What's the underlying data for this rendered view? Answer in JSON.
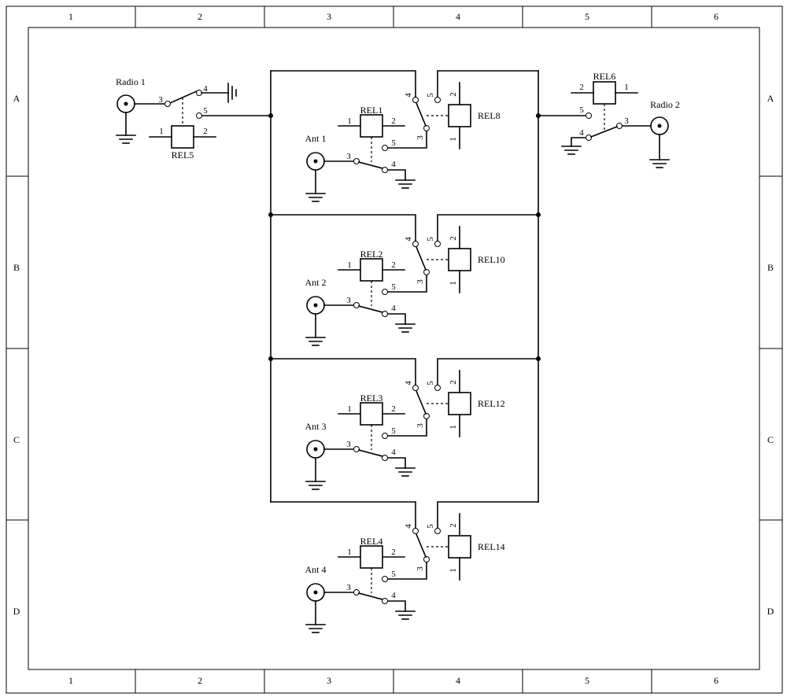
{
  "border": {
    "columns": [
      "1",
      "2",
      "3",
      "4",
      "5",
      "6"
    ],
    "rows": [
      "A",
      "B",
      "C",
      "D"
    ]
  },
  "ports": {
    "radio1": "Radio 1",
    "radio2": "Radio 2",
    "ant1": "Ant 1",
    "ant2": "Ant 2",
    "ant3": "Ant 3",
    "ant4": "Ant 4"
  },
  "relays": {
    "rel1": "REL1",
    "rel2": "REL2",
    "rel3": "REL3",
    "rel4": "REL4",
    "rel5": "REL5",
    "rel6": "REL6",
    "rel8": "REL8",
    "rel10": "REL10",
    "rel12": "REL12",
    "rel14": "REL14"
  },
  "pins": {
    "p1": "1",
    "p2": "2",
    "p3": "3",
    "p4": "4",
    "p5": "5"
  }
}
